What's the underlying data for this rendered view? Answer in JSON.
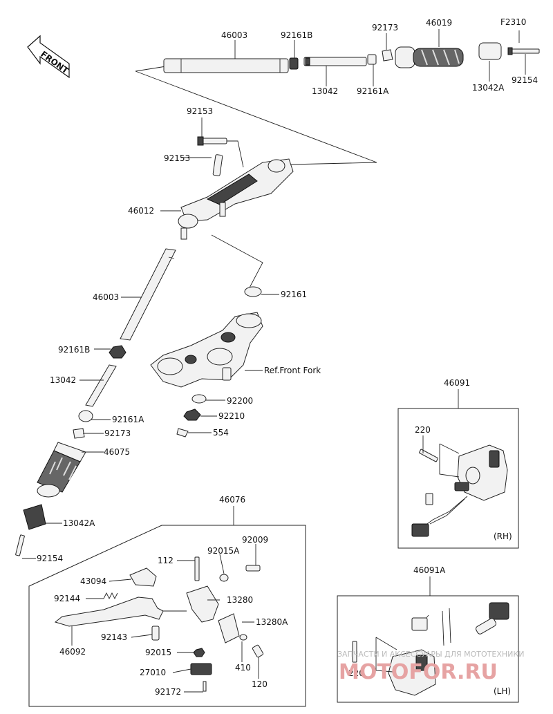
{
  "diagram_code": "F2310",
  "front_label": "FRONT",
  "ref_note": "Ref.Front Fork",
  "parts": {
    "p46003_top": "46003",
    "p92161B_top": "92161B",
    "p92173_top": "92173",
    "p46019": "46019",
    "p13042_top": "13042",
    "p92161A_top": "92161A",
    "p13042A_top": "13042A",
    "p92154_top": "92154",
    "p92153_a": "92153",
    "p92153_b": "92153",
    "p46012": "46012",
    "p46003_mid": "46003",
    "p92161": "92161",
    "p92161B_mid": "92161B",
    "p13042_mid": "13042",
    "p92161A_mid": "92161A",
    "p92173_mid": "92173",
    "p46075": "46075",
    "p13042A_mid": "13042A",
    "p92154_mid": "92154",
    "p92200": "92200",
    "p92210": "92210",
    "p554": "554",
    "p46076": "46076",
    "p112": "112",
    "p92015A": "92015A",
    "p92009": "92009",
    "p43094": "43094",
    "p92144": "92144",
    "p13280": "13280",
    "p13280A": "13280A",
    "p92143": "92143",
    "p46092": "46092",
    "p92015": "92015",
    "p410": "410",
    "p27010": "27010",
    "p120": "120",
    "p92172": "92172",
    "p46091": "46091",
    "p220_rh": "220",
    "p46091A": "46091A",
    "p220_lh": "220"
  },
  "switch_boxes": {
    "rh_label": "(RH)",
    "lh_label": "(LH)"
  },
  "watermark": {
    "line1": "ЗАПЧАСТИ И АКСЕССУАРЫ ДЛЯ МОТОТЕХНИКИ",
    "line2": "MOTOFOR.RU"
  }
}
